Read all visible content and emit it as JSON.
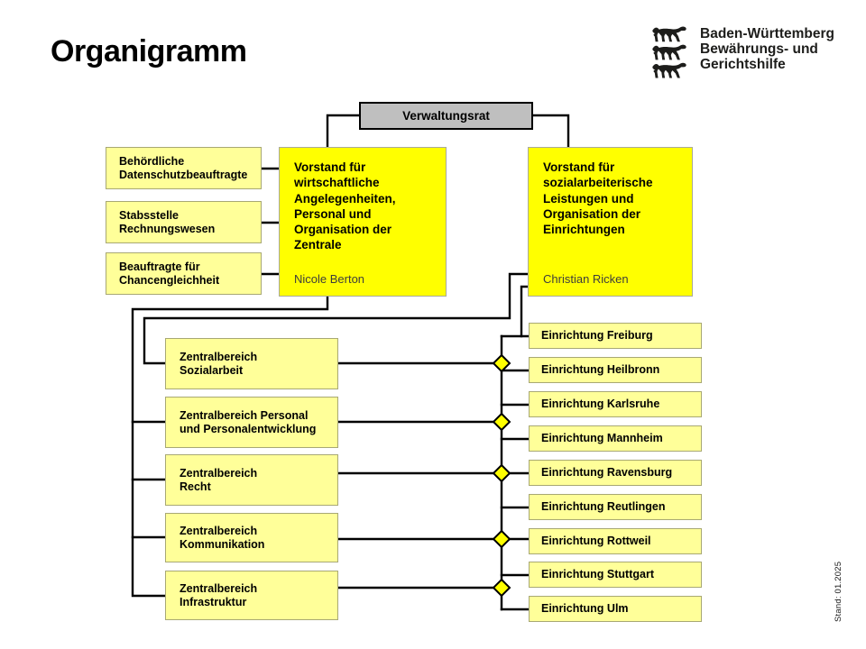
{
  "page": {
    "title": "Organigramm",
    "stand_note": "Stand: 01.2025"
  },
  "logo": {
    "icon": "bw-three-lions",
    "text": "Baden-Württemberg\nBewährungs- und\nGerichtshilfe"
  },
  "org": {
    "council": {
      "label": "Verwaltungsrat"
    },
    "board_economic": {
      "title": "Vorstand für\nwirtschaftliche\nAngelegenheiten,\nPersonal und\nOrganisation der\nZentrale",
      "name": "Nicole Berton"
    },
    "board_social": {
      "title": "Vorstand für\nsozialarbeiterische\nLeistungen und\nOrganisation der\nEinrichtungen",
      "name": "Christian Ricken"
    },
    "staff_units": [
      {
        "label": "Behördliche\nDatenschutzbeauftragte"
      },
      {
        "label": "Stabsstelle\nRechnungswesen"
      },
      {
        "label": "Beauftragte für\nChancengleichheit"
      }
    ],
    "central_units": [
      {
        "label": "Zentralbereich\nSozialarbeit"
      },
      {
        "label": "Zentralbereich Personal\nund Personalentwicklung"
      },
      {
        "label": "Zentralbereich\nRecht"
      },
      {
        "label": "Zentralbereich\nKommunikation"
      },
      {
        "label": "Zentralbereich\nInfrastruktur"
      }
    ],
    "facilities": [
      {
        "label": "Einrichtung Freiburg"
      },
      {
        "label": "Einrichtung Heilbronn"
      },
      {
        "label": "Einrichtung Karlsruhe"
      },
      {
        "label": "Einrichtung Mannheim"
      },
      {
        "label": "Einrichtung Ravensburg"
      },
      {
        "label": "Einrichtung Reutlingen"
      },
      {
        "label": "Einrichtung Rottweil"
      },
      {
        "label": "Einrichtung Stuttgart"
      },
      {
        "label": "Einrichtung Ulm"
      }
    ],
    "junction_icon": "diamond"
  },
  "colors": {
    "highlight_yellow": "#FFFF00",
    "pale_yellow": "#FFFF99",
    "council_gray": "#BFBFBF",
    "connector_black": "#000000"
  }
}
